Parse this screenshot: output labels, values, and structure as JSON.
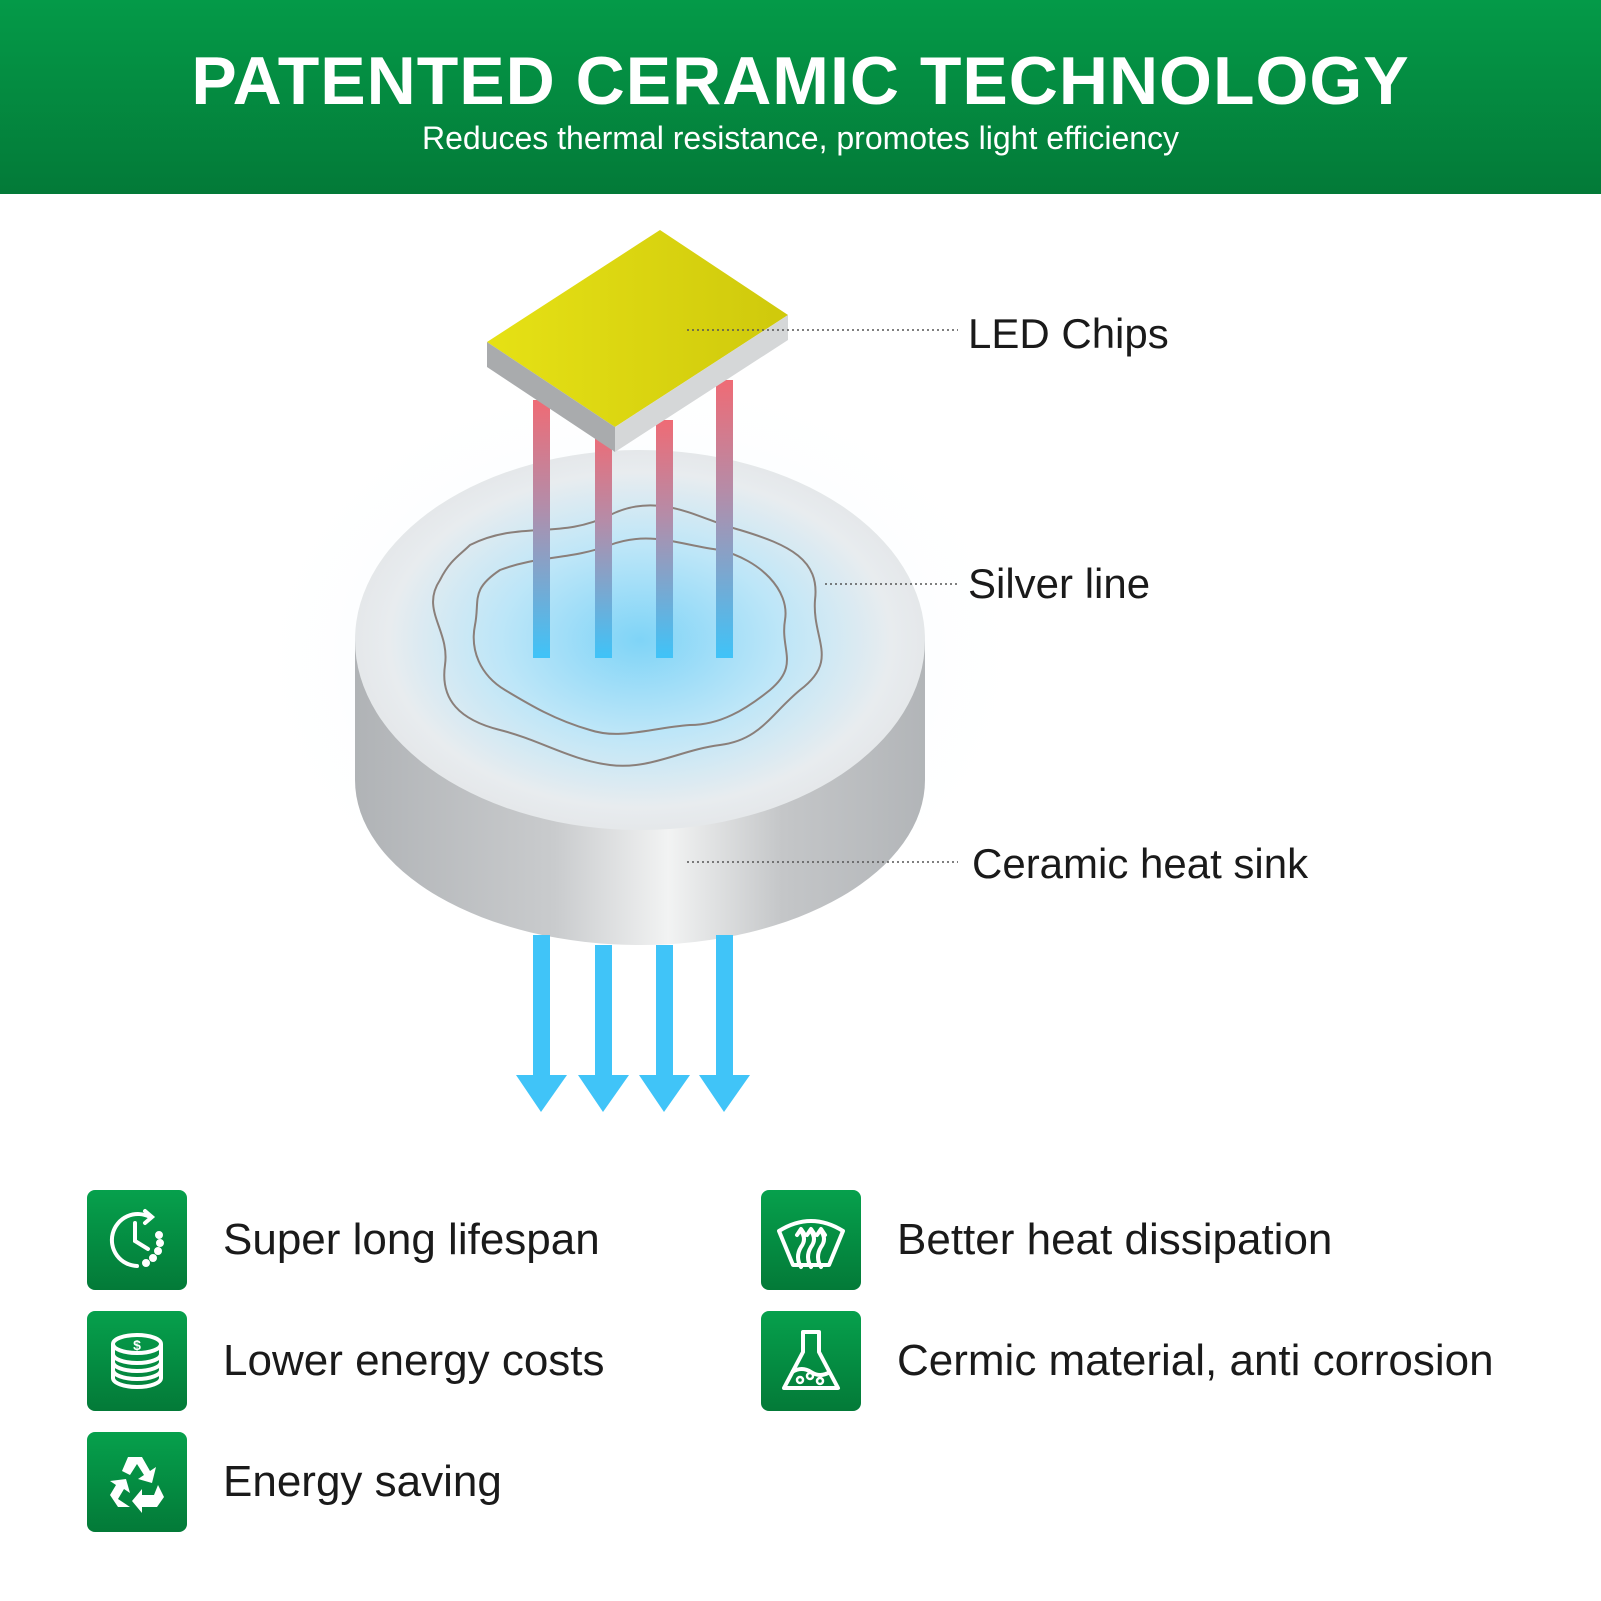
{
  "header": {
    "title": "PATENTED CERAMIC TECHNOLOGY",
    "subtitle": "Reduces thermal resistance, promotes light efficiency",
    "background_color": "#038c41"
  },
  "diagram": {
    "callouts": [
      {
        "label": "LED Chips"
      },
      {
        "label": "Silver line"
      },
      {
        "label": "Ceramic heat sink"
      }
    ],
    "colors": {
      "chip_top": "#dcd80e",
      "heat_arrow": "#40c4f8",
      "hot_segment": "#ee6f78",
      "ceramic": "#c8cacc"
    }
  },
  "features": [
    {
      "icon": "clock-cycle-icon",
      "label": "Super long lifespan"
    },
    {
      "icon": "coins-dollar-icon",
      "label": "Lower energy costs"
    },
    {
      "icon": "recycle-icon",
      "label": "Energy saving"
    },
    {
      "icon": "windshield-heat-icon",
      "label": "Better heat dissipation"
    },
    {
      "icon": "flask-icon",
      "label": "Cermic material, anti corrosion"
    }
  ]
}
